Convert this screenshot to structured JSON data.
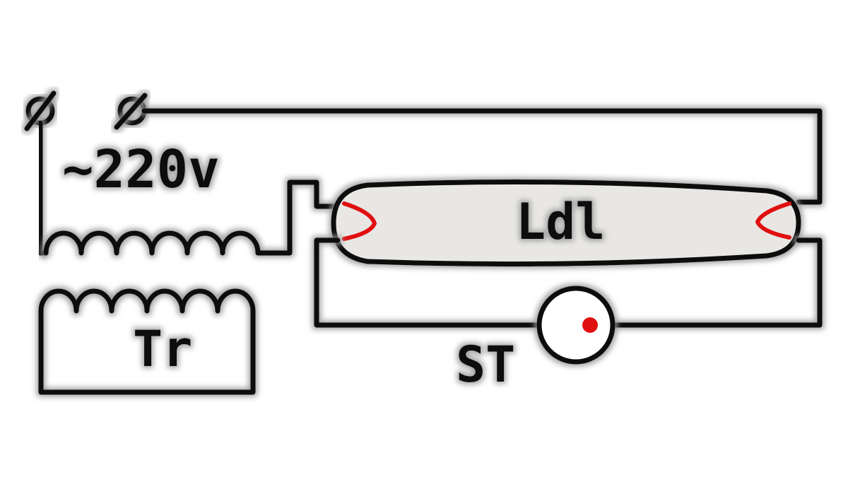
{
  "labels": {
    "voltage": "~220v",
    "lamp": "Ldl",
    "transformer": "Tr",
    "starter": "ST"
  },
  "colors": {
    "wire": "#111111",
    "filament": "#e01010",
    "lamp_fill": "#e8e7e4",
    "background": "#ffffff"
  },
  "icons": {
    "terminal": "terminal-screw-icon"
  }
}
